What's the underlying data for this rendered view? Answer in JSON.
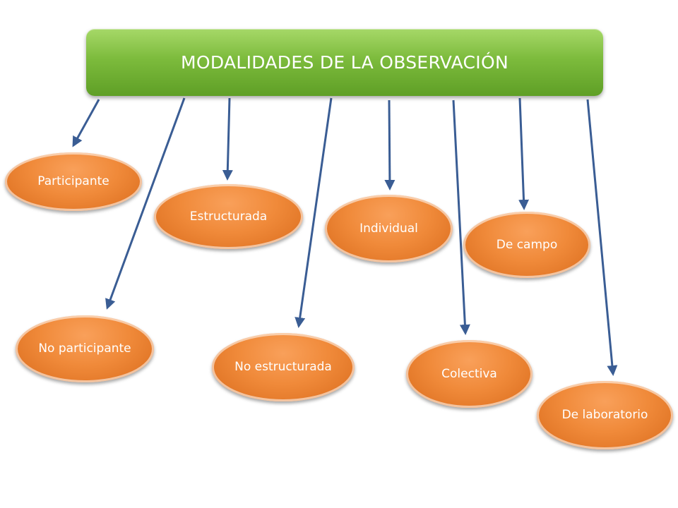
{
  "diagram": {
    "title": "MODALIDADES DE LA OBSERVACIÓN",
    "nodes": [
      {
        "id": "participante",
        "label": "Participante"
      },
      {
        "id": "no-participante",
        "label": "No participante"
      },
      {
        "id": "estructurada",
        "label": "Estructurada"
      },
      {
        "id": "no-estructurada",
        "label": "No estructurada"
      },
      {
        "id": "individual",
        "label": "Individual"
      },
      {
        "id": "colectiva",
        "label": "Colectiva"
      },
      {
        "id": "de-campo",
        "label": "De campo"
      },
      {
        "id": "de-laboratorio",
        "label": "De laboratorio"
      }
    ],
    "colors": {
      "title_fill": "#7cbb3c",
      "node_fill": "#f08a3a",
      "arrow": "#3a5d94",
      "text": "#ffffff"
    }
  }
}
